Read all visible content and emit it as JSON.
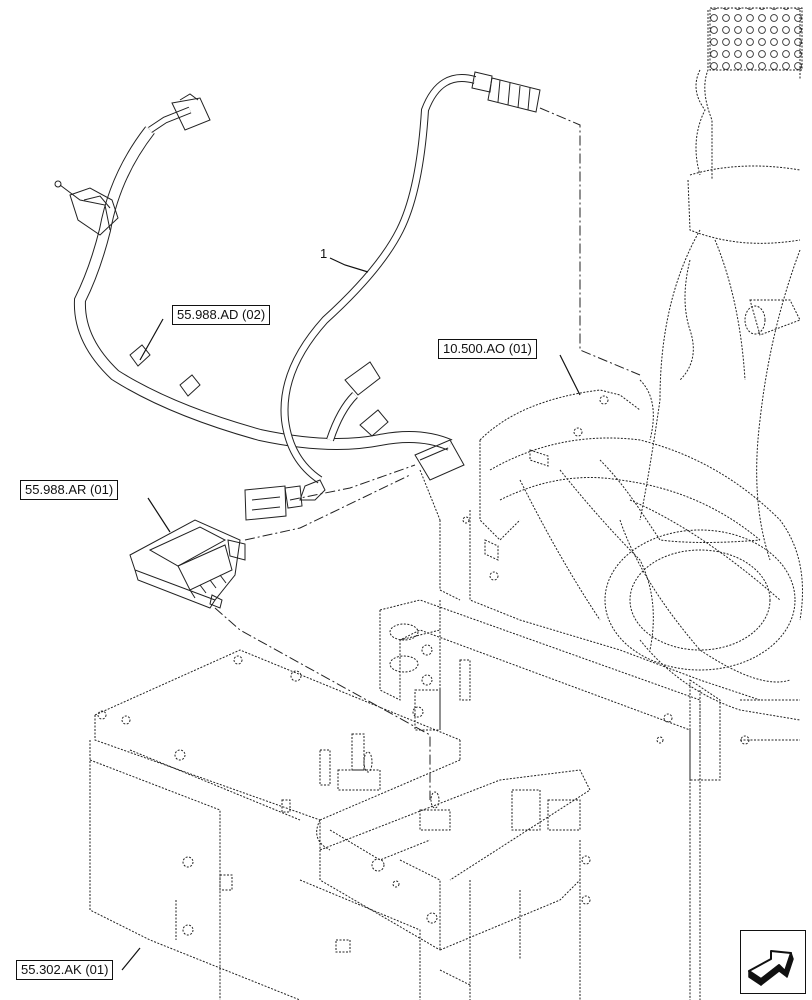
{
  "callouts": {
    "item_1": "1",
    "ref_harness_ad": "55.988.AD (02)",
    "ref_module_ar": "55.988.AR (01)",
    "ref_frame_ao": "10.500.AO (01)",
    "ref_bracket_ak": "55.302.AK (01)"
  },
  "navigation": {
    "icon": "next-page-arrow-icon"
  }
}
